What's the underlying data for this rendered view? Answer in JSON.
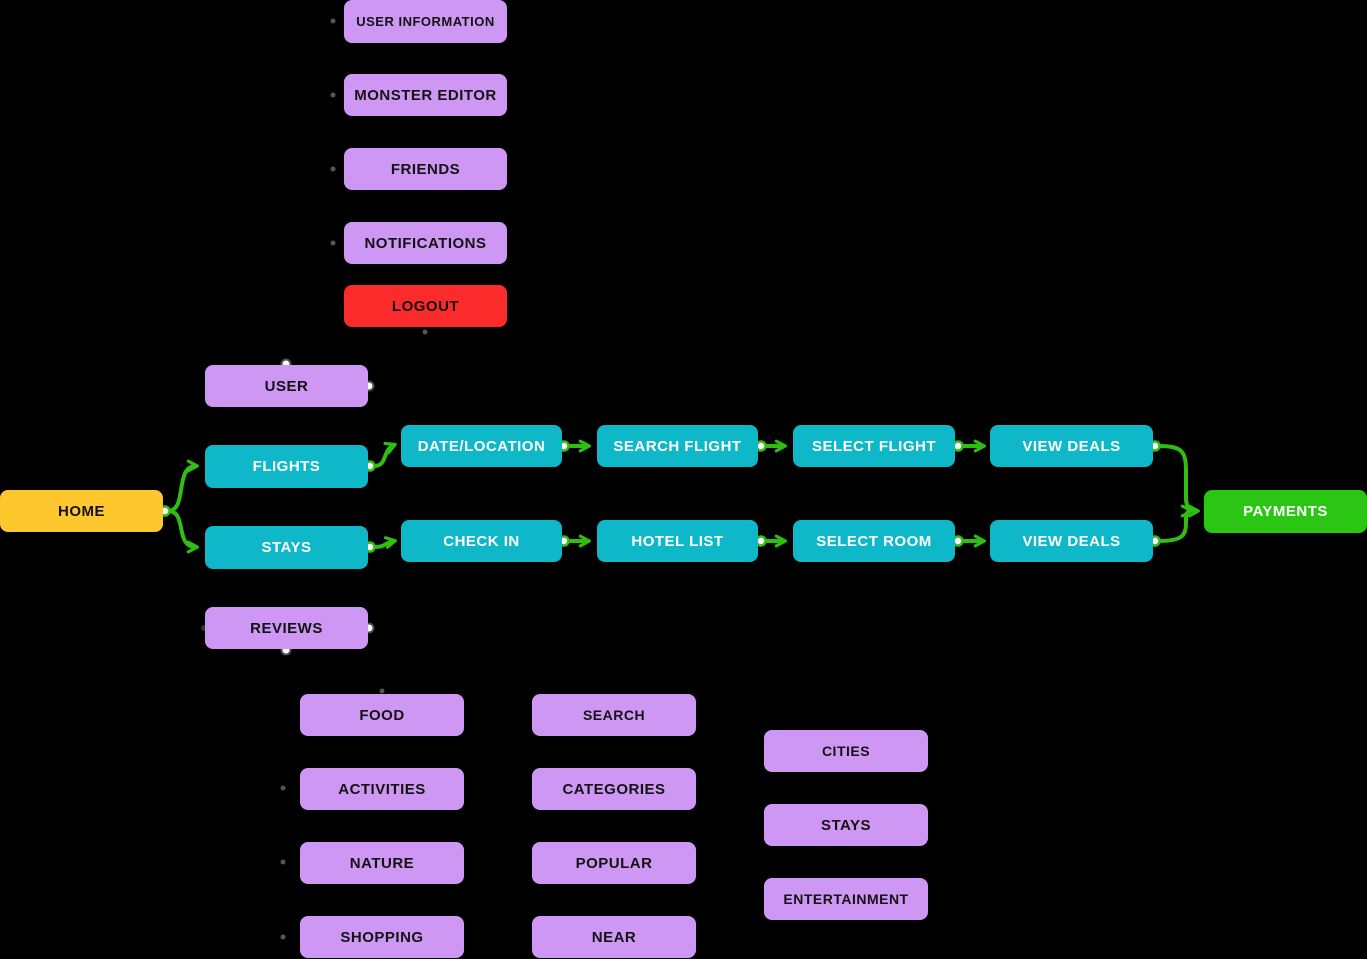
{
  "diagram": {
    "background": "#000000",
    "colors": {
      "node_purple": "#CE97F4",
      "node_teal": "#0EB8C9",
      "node_yellow": "#FFC72E",
      "node_green": "#2BC514",
      "node_red": "#FB2B2B",
      "edge_green": "#2FBE11",
      "handle_ring_gray": "#4D4D4D",
      "text_dark": "#131313",
      "text_light": "#FFFFFF"
    },
    "nodes": {
      "user_information": {
        "label": "USER INFORMATION"
      },
      "monster_editor": {
        "label": "MONSTER EDITOR"
      },
      "friends": {
        "label": "FRIENDS"
      },
      "notifications": {
        "label": "NOTIFICATIONS"
      },
      "logout": {
        "label": "LOGOUT"
      },
      "home": {
        "label": "HOME"
      },
      "user": {
        "label": "USER"
      },
      "flights": {
        "label": "FLIGHTS"
      },
      "stays_nav": {
        "label": "STAYS"
      },
      "reviews": {
        "label": "REVIEWS"
      },
      "date_location": {
        "label": "DATE/LOCATION"
      },
      "search_flight": {
        "label": "SEARCH FLIGHT"
      },
      "select_flight": {
        "label": "SELECT FLIGHT"
      },
      "view_deals_flights": {
        "label": "VIEW DEALS"
      },
      "check_in": {
        "label": "CHECK IN"
      },
      "hotel_list": {
        "label": "HOTEL LIST"
      },
      "select_room": {
        "label": "SELECT ROOM"
      },
      "view_deals_stays": {
        "label": "VIEW DEALS"
      },
      "payments": {
        "label": "PAYMENTS"
      },
      "food": {
        "label": "FOOD"
      },
      "activities": {
        "label": "ACTIVITIES"
      },
      "nature": {
        "label": "NATURE"
      },
      "shopping": {
        "label": "SHOPPING"
      },
      "search": {
        "label": "SEARCH"
      },
      "categories": {
        "label": "CATEGORIES"
      },
      "popular": {
        "label": "POPULAR"
      },
      "near": {
        "label": "NEAR"
      },
      "cities": {
        "label": "CITIES"
      },
      "stays_city": {
        "label": "STAYS"
      },
      "entertainment": {
        "label": "ENTERTAINMENT"
      }
    },
    "connections": [
      {
        "from": "home",
        "to": "flights"
      },
      {
        "from": "home",
        "to": "stays_nav"
      },
      {
        "from": "flights",
        "to": "date_location"
      },
      {
        "from": "date_location",
        "to": "search_flight"
      },
      {
        "from": "search_flight",
        "to": "select_flight"
      },
      {
        "from": "select_flight",
        "to": "view_deals_flights"
      },
      {
        "from": "view_deals_flights",
        "to": "payments"
      },
      {
        "from": "stays_nav",
        "to": "check_in"
      },
      {
        "from": "check_in",
        "to": "hotel_list"
      },
      {
        "from": "hotel_list",
        "to": "select_room"
      },
      {
        "from": "select_room",
        "to": "view_deals_stays"
      },
      {
        "from": "view_deals_stays",
        "to": "payments"
      }
    ]
  }
}
